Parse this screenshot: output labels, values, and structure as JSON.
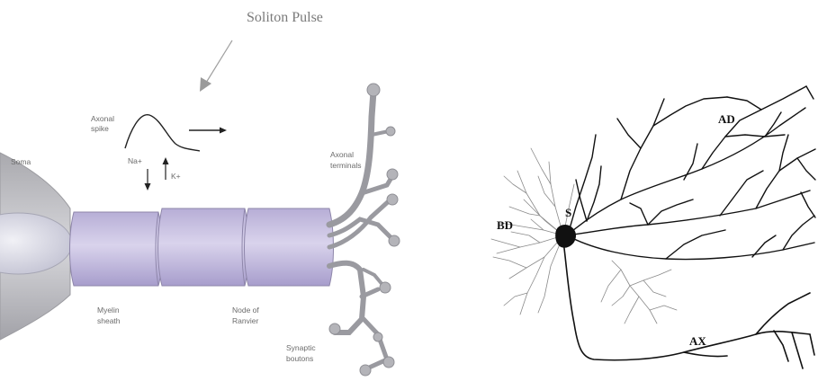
{
  "title": "Soliton Pulse",
  "left_diagram": {
    "labels": {
      "axonal_spike": [
        "Axonal",
        "spike"
      ],
      "soma": "Soma",
      "na": "Na+",
      "k": "K+",
      "axonal_terminals": [
        "Axonal",
        "terminals"
      ],
      "myelin_sheath": [
        "Myelin",
        "sheath"
      ],
      "node_of_ranvier": [
        "Node of",
        "Ranvier"
      ],
      "synaptic_boutons": [
        "Synaptic",
        "boutons"
      ]
    }
  },
  "right_diagram": {
    "labels": {
      "ad": "AD",
      "s": "S",
      "bd": "BD",
      "ax": "AX"
    }
  },
  "colors": {
    "myelin_fill": "#c9c1de",
    "myelin_edge": "#8e86aa",
    "soma_fill": "#c9c9cc",
    "soma_nucleus": "#dcdce6",
    "neuron_ink": "#111111",
    "pointer_arrow": "#9a9a9a"
  }
}
